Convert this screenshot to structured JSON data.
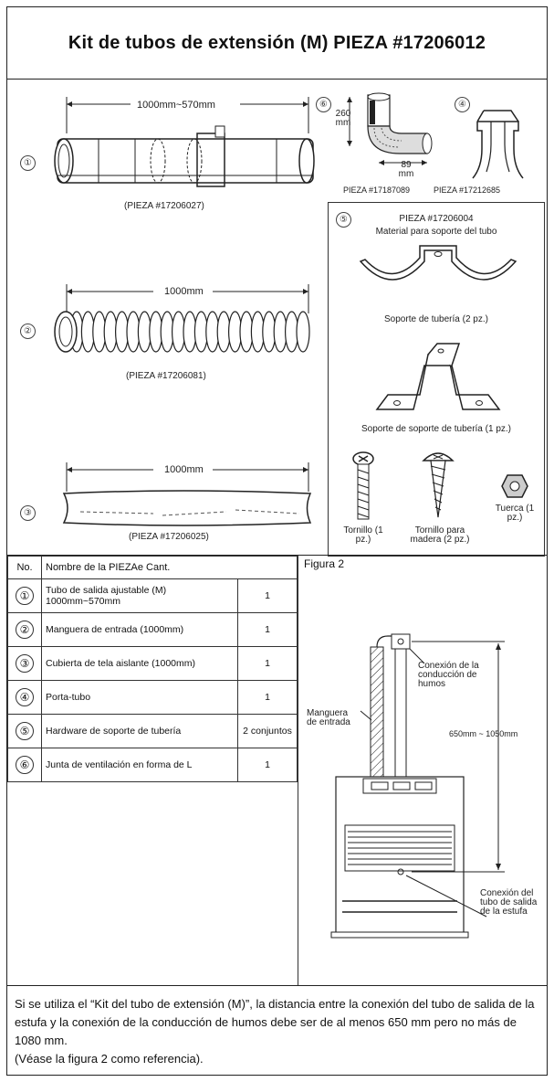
{
  "title": "Kit de tubos de extensión (M) PIEZA #17206012",
  "items": {
    "pipe1": {
      "num": "①",
      "dim": "1000mm~570mm",
      "part": "(PIEZA #17206027)"
    },
    "hose2": {
      "num": "②",
      "dim": "1000mm",
      "part": "(PIEZA #17206081)"
    },
    "cover3": {
      "num": "③",
      "dim": "1000mm",
      "part": "(PIEZA #17206025)"
    },
    "elbow6": {
      "num": "⑥",
      "height": "260 mm",
      "width": "89 mm",
      "part": "PIEZA #17187089"
    },
    "holder4": {
      "num": "④",
      "part": "PIEZA #17212685"
    },
    "hardware5": {
      "num": "⑤",
      "part": "PIEZA #17206004",
      "subtitle": "Material para soporte del tubo",
      "bracket": "Soporte de tubería (2 pz.)",
      "bracket_support": "Soporte de soporte de tubería (1 pz.)",
      "screw": "Tornillo (1 pz.)",
      "wood_screw": "Tornillo para madera (2 pz.)",
      "nut": "Tuerca (1 pz.)"
    }
  },
  "table": {
    "header": {
      "no": "No.",
      "name": "Nombre de la PIEZAe Cant."
    },
    "rows": [
      {
        "num": "①",
        "name": "Tubo de salida ajustable (M) 1000mm~570mm",
        "qty": "1"
      },
      {
        "num": "②",
        "name": "Manguera de entrada (1000mm)",
        "qty": "1"
      },
      {
        "num": "③",
        "name": "Cubierta de tela aislante (1000mm)",
        "qty": "1"
      },
      {
        "num": "④",
        "name": "Porta-tubo",
        "qty": "1"
      },
      {
        "num": "⑤",
        "name": "Hardware de soporte de tubería",
        "qty": "2 conjuntos"
      },
      {
        "num": "⑥",
        "name": "Junta de ventilación en forma de L",
        "qty": "1"
      }
    ]
  },
  "figure2": {
    "title": "Figura 2",
    "flue_connection": "Conexión de la conducción de humos",
    "intake_hose": "Manguera de entrada",
    "distance": "650mm ~ 1050mm",
    "stove_connection": "Conexión del tubo de salida de la estufa"
  },
  "note": {
    "text": "Si se utiliza el “Kit del tubo de extensión (M)”, la distancia entre la conexión del tubo de salida de la estufa y la conexión de la conducción de humos debe ser de al menos 650 mm pero no más de 1080 mm.",
    "ref": "(Véase la figura 2 como referencia)."
  }
}
